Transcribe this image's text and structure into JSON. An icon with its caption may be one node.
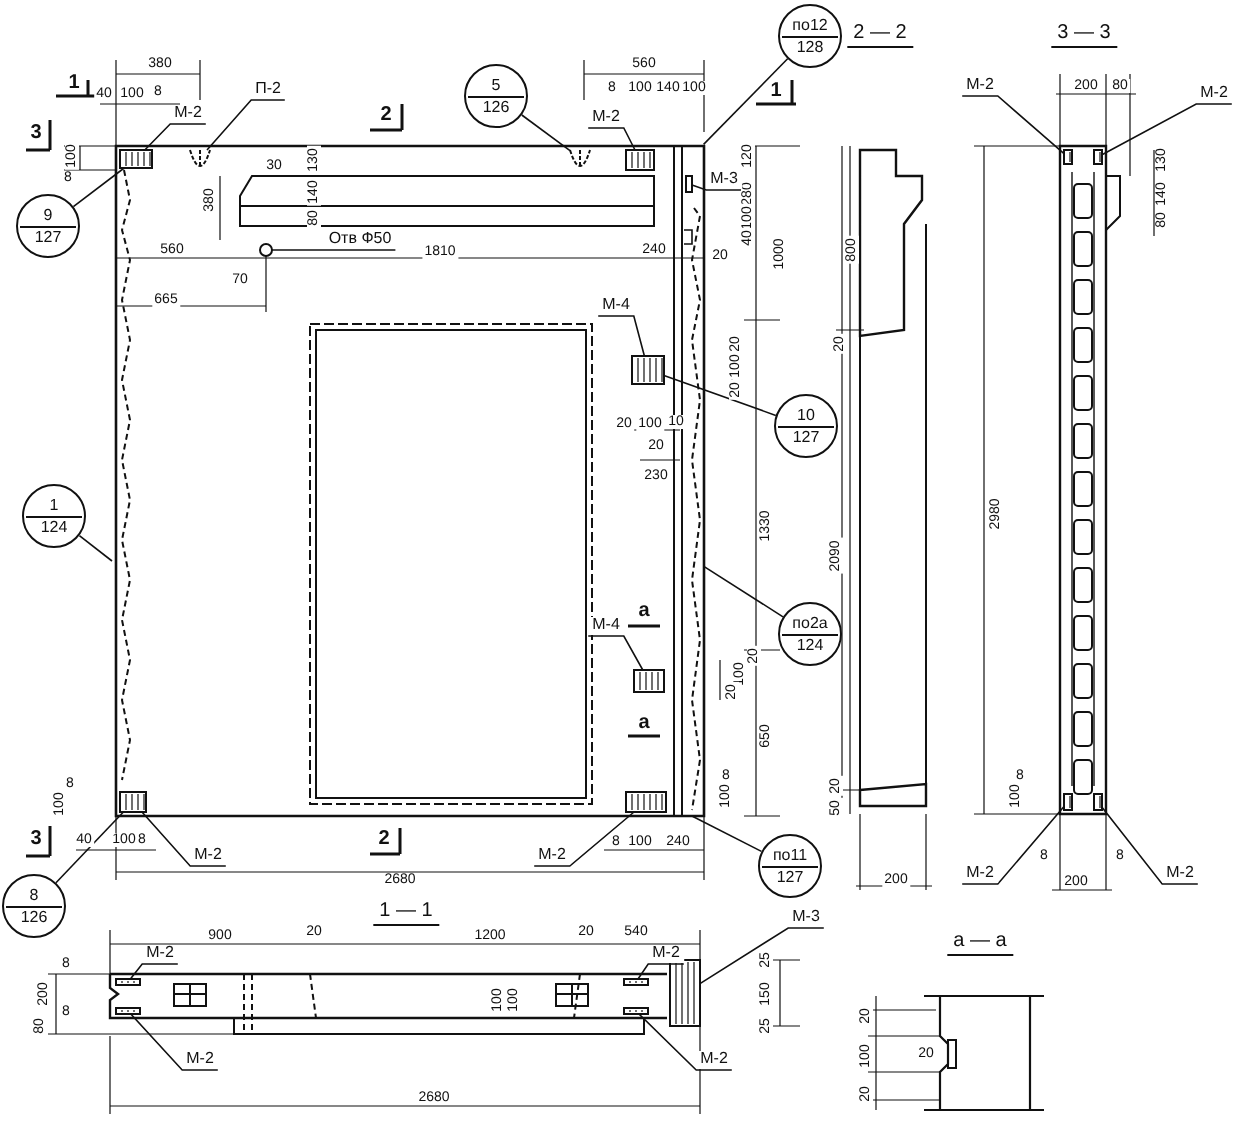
{
  "diagram": {
    "nodes": [
      {
        "text": [
          "9",
          "127"
        ]
      },
      {
        "text": [
          "М-2"
        ]
      },
      {
        "text": [
          "П-2"
        ]
      },
      {
        "text": [
          "5",
          "126"
        ]
      },
      {
        "text": [
          "М-2"
        ]
      },
      {
        "text": [
          "по12",
          "128"
        ]
      },
      {
        "text": [
          "М-3"
        ]
      },
      {
        "text": [
          "Отв Ф50"
        ]
      },
      {
        "text": [
          "М-4"
        ]
      },
      {
        "text": [
          "10",
          "127"
        ]
      },
      {
        "text": [
          "1",
          "124"
        ]
      },
      {
        "text": [
          "по2а",
          "124"
        ]
      },
      {
        "text": [
          "М-4"
        ]
      },
      {
        "text": [
          "М-2"
        ]
      },
      {
        "text": [
          "8",
          "126"
        ]
      },
      {
        "text": [
          "М-2"
        ]
      },
      {
        "text": [
          "по11",
          "127"
        ]
      },
      {
        "text": [
          "М-2"
        ]
      },
      {
        "text": [
          "М-2"
        ]
      },
      {
        "text": [
          "М-2"
        ]
      },
      {
        "text": [
          "М-2"
        ]
      },
      {
        "text": [
          "М-2"
        ]
      },
      {
        "text": [
          "М-2"
        ]
      },
      {
        "text": [
          "М-2"
        ]
      },
      {
        "text": [
          "М-2"
        ]
      },
      {
        "text": [
          "М-3"
        ]
      },
      {
        "text": [],
        "shape": "box"
      },
      {
        "text": [],
        "shape": "picture"
      },
      {
        "text": [],
        "shape": "picture"
      },
      {
        "text": [],
        "shape": "box"
      },
      {
        "text": [],
        "shape": "box"
      },
      {
        "text": [],
        "shape": "circle"
      },
      {
        "text": [],
        "shape": "box"
      },
      {
        "text": [],
        "shape": "box"
      },
      {
        "text": [],
        "shape": "box"
      },
      {
        "text": [],
        "shape": "box"
      },
      {
        "text": [],
        "shape": "box"
      },
      {
        "text": [],
        "shape": "box"
      },
      {
        "text": [],
        "shape": "box"
      },
      {
        "text": [],
        "shape": "box"
      },
      {
        "text": [],
        "shape": "box"
      },
      {
        "text": [],
        "shape": "box"
      },
      {
        "text": [],
        "shape": "box"
      },
      {
        "text": [],
        "shape": "box"
      },
      {
        "text": [],
        "shape": "box"
      }
    ],
    "edges": [
      {
        "from": 0,
        "to": 26,
        "arrow": "none"
      },
      {
        "from": 1,
        "to": 26,
        "arrow": "none"
      },
      {
        "from": 2,
        "to": 27,
        "arrow": "none"
      },
      {
        "from": 3,
        "to": 28,
        "arrow": "none"
      },
      {
        "from": 4,
        "to": 29,
        "arrow": "none"
      },
      {
        "from": 5,
        "to": null,
        "arrow": "none"
      },
      {
        "from": 6,
        "to": 30,
        "arrow": "none"
      },
      {
        "from": 7,
        "to": 31,
        "arrow": "none"
      },
      {
        "from": 8,
        "to": 32,
        "arrow": "none"
      },
      {
        "from": 9,
        "to": 32,
        "arrow": "none"
      },
      {
        "from": 10,
        "to": null,
        "arrow": "none"
      },
      {
        "from": 11,
        "to": null,
        "arrow": "none"
      },
      {
        "from": 12,
        "to": 33,
        "arrow": "none"
      },
      {
        "from": 13,
        "to": 34,
        "arrow": "none"
      },
      {
        "from": 14,
        "to": 34,
        "arrow": "none"
      },
      {
        "from": 15,
        "to": 35,
        "arrow": "none"
      },
      {
        "from": 16,
        "to": null,
        "arrow": "none"
      },
      {
        "from": 17,
        "to": 36,
        "arrow": "none"
      },
      {
        "from": 18,
        "to": 37,
        "arrow": "none"
      },
      {
        "from": 19,
        "to": 38,
        "arrow": "none"
      },
      {
        "from": 20,
        "to": 39,
        "arrow": "none"
      },
      {
        "from": 21,
        "to": 40,
        "arrow": "none"
      },
      {
        "from": 22,
        "to": 41,
        "arrow": "none"
      },
      {
        "from": 23,
        "to": 42,
        "arrow": "none"
      },
      {
        "from": 24,
        "to": 43,
        "arrow": "none"
      },
      {
        "from": 25,
        "to": 44,
        "arrow": "none"
      }
    ],
    "labels": [
      "1",
      "380",
      "40",
      "100",
      "8",
      "2 — 2",
      "3 — 3",
      "3",
      "2",
      "560",
      "8",
      "100",
      "140",
      "100",
      "1",
      "200",
      "80",
      "100",
      "8",
      "30",
      "130",
      "140",
      "80",
      "380",
      "120",
      "280",
      "100",
      "40",
      "20",
      "1000",
      "130",
      "140",
      "80",
      "800",
      "560",
      "70",
      "1810",
      "240",
      "665",
      "20",
      "100",
      "20",
      "20",
      "100",
      "10",
      "20",
      "20",
      "230",
      "2980",
      "1330",
      "2090",
      "а",
      "20",
      "100",
      "20",
      "а",
      "650",
      "8",
      "100",
      "8",
      "100",
      "20",
      "50",
      "8",
      "100",
      "3",
      "40",
      "100",
      "8",
      "2",
      "8",
      "100",
      "240",
      "8",
      "8",
      "2680",
      "200",
      "200",
      "1 — 1",
      "900",
      "20",
      "1200",
      "20",
      "540",
      "а — а",
      "8",
      "25",
      "200",
      "100",
      "100",
      "150",
      "8",
      "20",
      "80",
      "25",
      "100",
      "20",
      "2680",
      "20"
    ]
  }
}
